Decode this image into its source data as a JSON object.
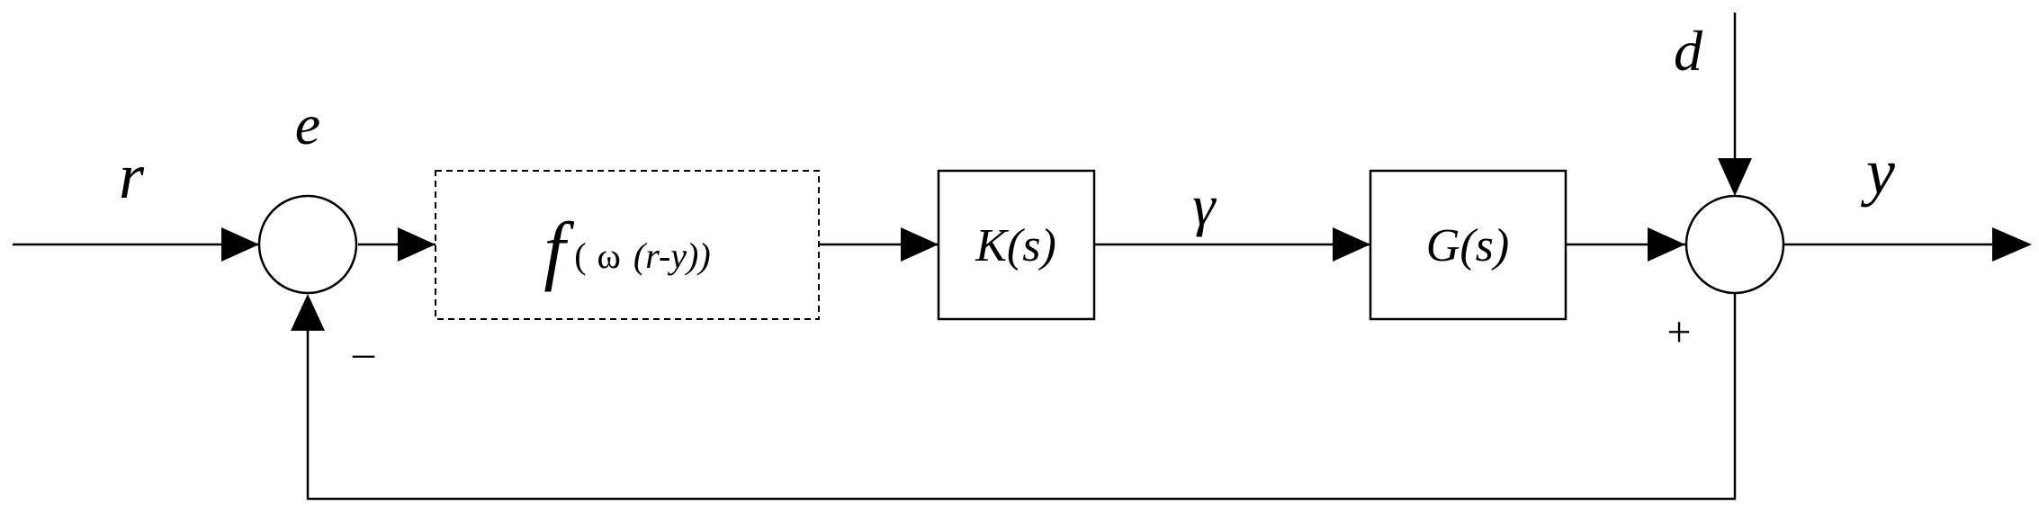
{
  "signals": {
    "reference": "r",
    "error": "e",
    "gamma": "γ",
    "disturbance": "d",
    "output": "y"
  },
  "signs": {
    "feedback_minus": "–",
    "output_plus": "+"
  },
  "blocks": {
    "nonlinear": {
      "f": "f",
      "open1": "(",
      "omega": "ω",
      "inner": "(r-y))"
    },
    "controller": "K(s)",
    "plant": "G(s)"
  }
}
